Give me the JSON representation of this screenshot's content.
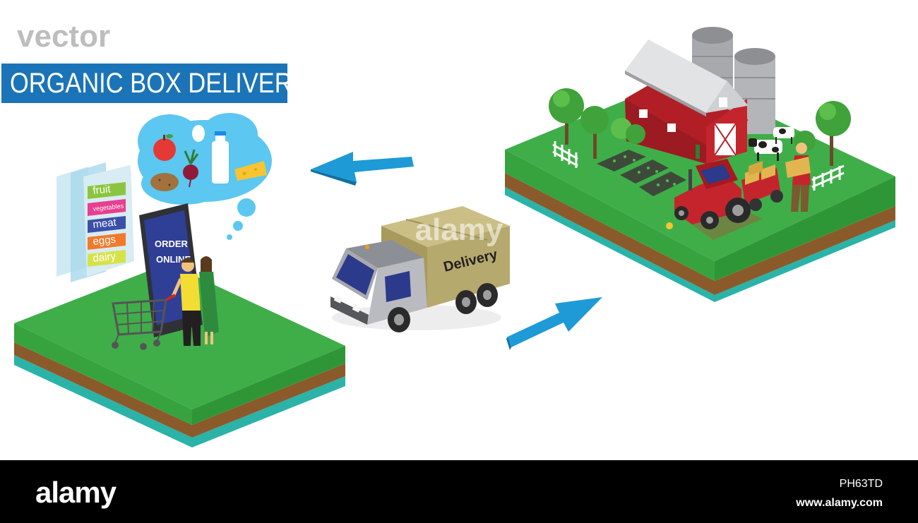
{
  "header": {
    "vector_label": "vector",
    "title": "ORGANIC BOX DELIVERY"
  },
  "shop_panel": {
    "categories": [
      "fruit",
      "vegetables",
      "meat",
      "eggs",
      "dairy"
    ],
    "category_colors": [
      "#8bc53f",
      "#e83f8f",
      "#3b4fa8",
      "#f2792b",
      "#d7e24a"
    ],
    "phone_text_line1": "ORDER",
    "phone_text_line2": "ONLINE",
    "thought_items": [
      "apple-icon",
      "egg-icon",
      "milk-bottle-icon",
      "potato-icon",
      "beet-icon",
      "cheese-icon"
    ]
  },
  "truck": {
    "cargo_label": "Delivery"
  },
  "watermark": {
    "text": "alamy"
  },
  "footer": {
    "logo": "alamy",
    "image_id": "PH63TD",
    "url": "www.alamy.com"
  },
  "colors": {
    "grass": "#3fae49",
    "soil": "#8b5a2b",
    "water": "#2bb3a8",
    "arrow": "#1e9ad6",
    "title_bg": "#1b74b8",
    "barn": "#b21e26"
  }
}
